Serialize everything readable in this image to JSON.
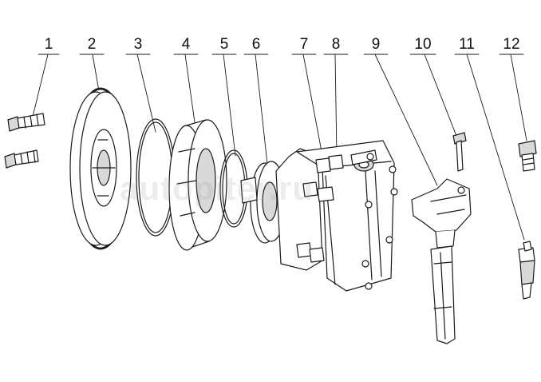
{
  "callouts": [
    {
      "label": "1"
    },
    {
      "label": "2"
    },
    {
      "label": "3"
    },
    {
      "label": "4"
    },
    {
      "label": "5"
    },
    {
      "label": "6"
    },
    {
      "label": "7"
    },
    {
      "label": "8"
    },
    {
      "label": "9"
    },
    {
      "label": "10"
    },
    {
      "label": "11"
    },
    {
      "label": "12"
    }
  ],
  "watermark": "autopiter.ru",
  "colors": {
    "line": "#1a1a1a",
    "fill_light": "#ffffff",
    "fill_shade": "#d9d9d9",
    "fill_dark": "#9a9a9a"
  }
}
